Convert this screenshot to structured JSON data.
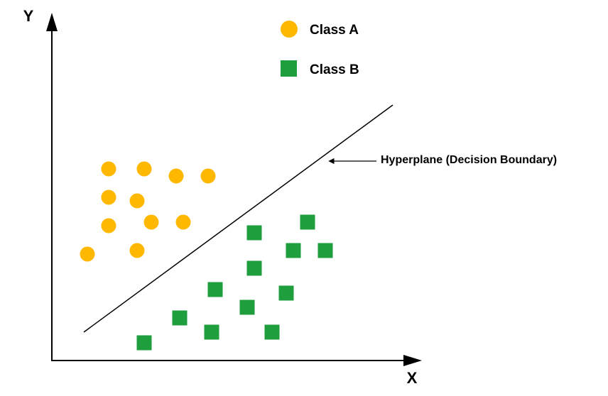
{
  "axes": {
    "x_label": "X",
    "y_label": "Y"
  },
  "legend": {
    "items": [
      {
        "label": "Class A",
        "shape": "circle",
        "color": "#FFB800"
      },
      {
        "label": "Class B",
        "shape": "square",
        "color": "#1E9E3C"
      }
    ]
  },
  "annotation": {
    "text": "Hyperplane (Decision Boundary)"
  },
  "colors": {
    "class_a": "#FFB800",
    "class_b": "#1E9E3C",
    "line": "#000000"
  },
  "chart_data": {
    "type": "scatter",
    "x_label": "X",
    "y_label": "Y",
    "series": [
      {
        "name": "Class A",
        "marker": "circle",
        "color": "#FFB800",
        "points": [
          [
            1.6,
            5.4
          ],
          [
            2.6,
            5.4
          ],
          [
            3.5,
            5.2
          ],
          [
            4.4,
            5.2
          ],
          [
            1.6,
            4.6
          ],
          [
            2.4,
            4.5
          ],
          [
            1.6,
            3.8
          ],
          [
            2.8,
            3.9
          ],
          [
            3.7,
            3.9
          ],
          [
            1.0,
            3.0
          ],
          [
            2.4,
            3.1
          ]
        ]
      },
      {
        "name": "Class B",
        "marker": "square",
        "color": "#1E9E3C",
        "points": [
          [
            7.2,
            3.9
          ],
          [
            5.7,
            3.6
          ],
          [
            6.8,
            3.1
          ],
          [
            7.7,
            3.1
          ],
          [
            5.7,
            2.6
          ],
          [
            4.6,
            2.0
          ],
          [
            6.6,
            1.9
          ],
          [
            5.5,
            1.5
          ],
          [
            3.6,
            1.2
          ],
          [
            4.5,
            0.8
          ],
          [
            6.2,
            0.8
          ],
          [
            2.6,
            0.5
          ]
        ]
      }
    ],
    "hyperplane": {
      "from": [
        0.9,
        0.8
      ],
      "to": [
        9.6,
        7.2
      ]
    },
    "xlim": [
      0,
      10.5
    ],
    "ylim": [
      0,
      9.5
    ],
    "grid": false
  }
}
